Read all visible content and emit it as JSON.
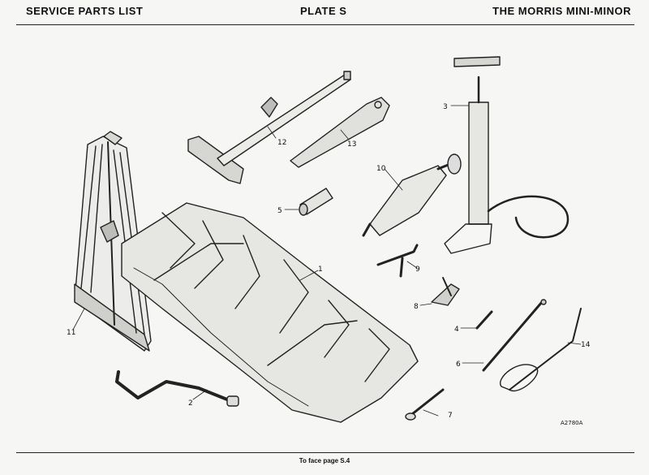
{
  "header": {
    "left": "SERVICE PARTS LIST",
    "center": "PLATE S",
    "right": "THE MORRIS MINI-MINOR"
  },
  "footer": {
    "text": "To face page S.4",
    "plate_ref": "A2780A"
  },
  "part_numbers": [
    "1",
    "2",
    "3",
    "4",
    "5",
    "6",
    "7",
    "8",
    "9",
    "10",
    "11",
    "12",
    "13",
    "14"
  ]
}
